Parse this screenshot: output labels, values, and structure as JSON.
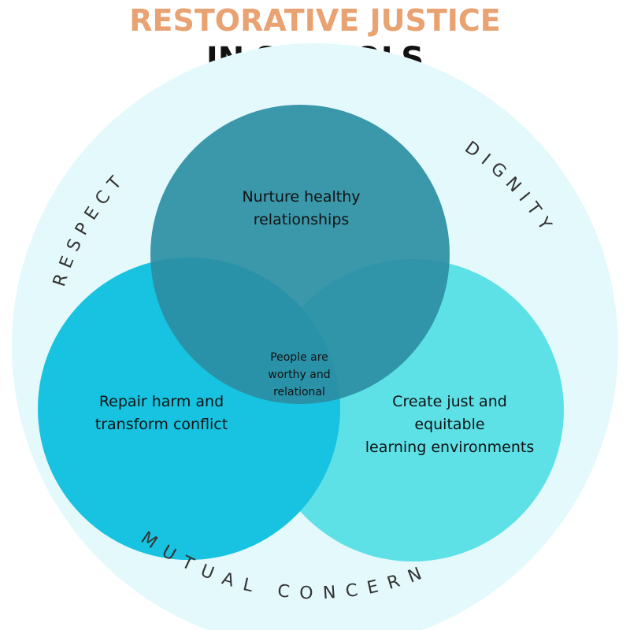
{
  "title_line1": "RESTORATIVE JUSTICE",
  "title_line2": "IN SCHOOLS",
  "ring_words": {
    "left": "RESPECT",
    "right": "DIGNITY",
    "bottom": "MUTUAL CONCERN"
  },
  "circles": {
    "top": "Nurture healthy\nrelationships",
    "left": "Repair harm and\ntransform conflict",
    "right": "Create just and\nequitable\nlearning environments"
  },
  "center_text": "People are\nworthy and\nrelational",
  "colors": {
    "title_accent": "#e9a271",
    "outer_ring": "#e4f9fb",
    "circle_top": "#3a98ab",
    "circle_left": "#17c3e0",
    "circle_right": "#5de1e7"
  }
}
